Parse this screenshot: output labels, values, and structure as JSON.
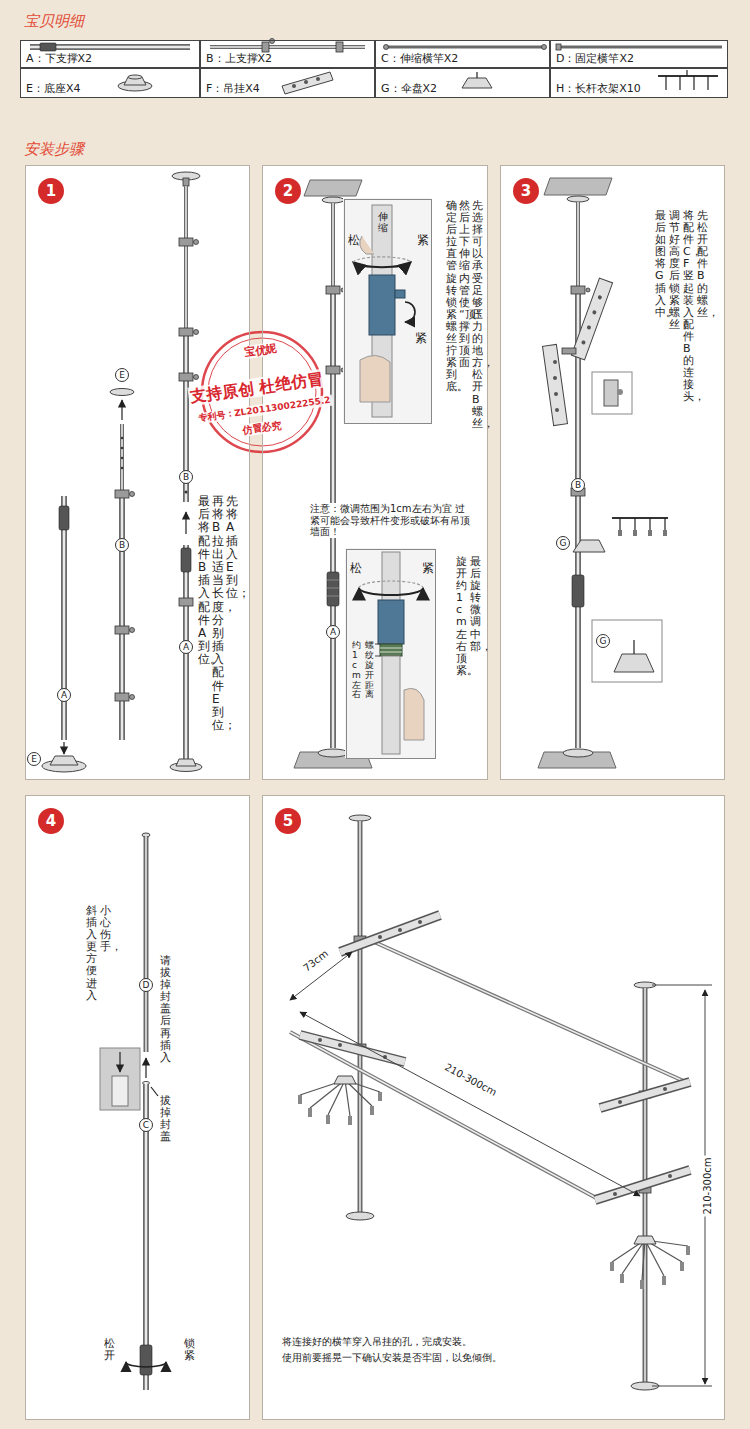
{
  "diagram": {
    "nodes": [
      {
        "text": [
          "A：下支撑X2"
        ]
      },
      {
        "text": [
          "B：上支撑X2"
        ]
      },
      {
        "text": [
          "C：伸缩横竿X2"
        ]
      },
      {
        "text": [
          "D：固定横竿X2"
        ]
      },
      {
        "text": [
          "E：底座X4"
        ]
      },
      {
        "text": [
          "F：吊挂X4"
        ]
      },
      {
        "text": [
          "G：伞盘X2"
        ]
      },
      {
        "text": [
          "H：长杆衣架X10"
        ]
      },
      {
        "text": [
          "先将A插入E到位；",
          "再将B拉出适当长度，分别插入配件E到位；",
          "最后将配件B插入配件A到位。"
        ]
      },
      {
        "text": [
          "1"
        ],
        "in": 8
      },
      {
        "text": [
          "先选择可以承受足够压力的地方，松开B螺丝，",
          "然后上下伸缩内管使“顶”撑到顶面，",
          "确定后拉直管旋转锁紧螺丝拧紧到底。",
          "注意：微调范围为1cm左右为宜 过紧可能会导致杆件变形或破坏有吊顶墙面！",
          "最后旋转微调中部，",
          "旋开约1cm左右顶紧。"
        ]
      },
      {
        "text": [
          "2"
        ],
        "in": 10
      },
      {
        "text": [
          "松",
          "伸缩",
          "紧",
          "紧"
        ],
        "in": 10
      },
      {
        "text": [
          "松",
          "紧",
          "螺纹旋开距离",
          "约1cm左右"
        ],
        "in": 10
      },
      {
        "text": [
          "先松开配件B的螺丝，",
          "将配件C，F竖起装入配件B的连接头，",
          "调节好高度后锁紧螺丝，",
          "最后如图将G插入中。"
        ]
      },
      {
        "text": [
          "3"
        ],
        "in": 14
      },
      {
        "text": [
          "小心伤手，",
          "斜插入更方便进入",
          "请拔掉封盖后再插入",
          "拔掉封盖"
        ]
      },
      {
        "text": [
          "4"
        ],
        "in": 16
      },
      {
        "text": [
          "将连接好的横竿穿入吊挂的孔，完成安装。",
          "使用前要摇晃一下确认安装是否牢固，以免倾倒。"
        ]
      },
      {
        "text": [
          "5"
        ],
        "in": 18
      }
    ],
    "labels": [
      "宝贝明细",
      "安装步骤",
      "E",
      "E",
      "A",
      "B",
      "B",
      "A",
      "宝优妮",
      "支持原创 杜绝仿冒",
      "专利号：ZL201130022255.2",
      "仿冒必究",
      "A",
      "B",
      "G",
      "G",
      "D",
      "C",
      "松开",
      "锁紧",
      "73cm",
      "210-300cm",
      "210-300cm"
    ]
  }
}
